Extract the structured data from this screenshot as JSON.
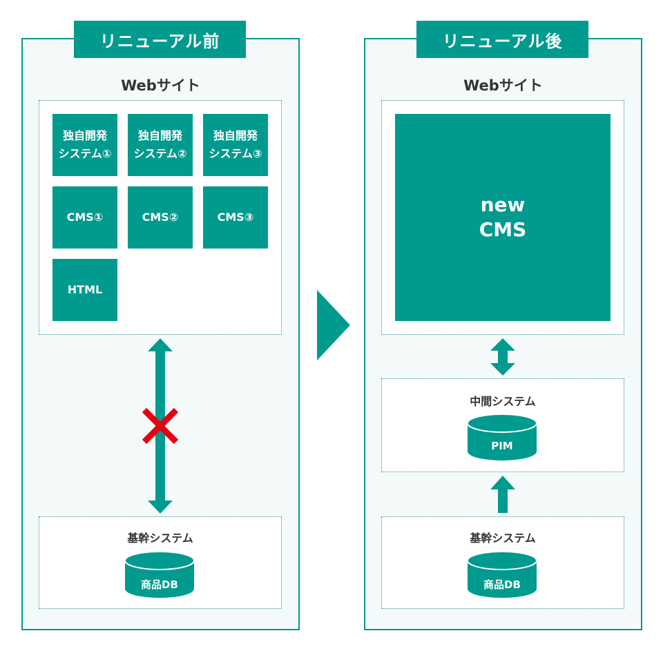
{
  "colors": {
    "teal": "#009a8e",
    "panel_bg": "#f4fafa",
    "cross": "#e60012"
  },
  "before": {
    "tab_title": "リニューアル前",
    "web_label": "Webサイト",
    "tiles": [
      {
        "line1": "独自開発",
        "line2": "システム①"
      },
      {
        "line1": "独自開発",
        "line2": "システム②"
      },
      {
        "line1": "独自開発",
        "line2": "システム③"
      },
      {
        "line1": "CMS①"
      },
      {
        "line1": "CMS②"
      },
      {
        "line1": "CMS③"
      },
      {
        "line1": "HTML"
      }
    ],
    "core": {
      "label": "基幹システム",
      "db": "商品DB"
    }
  },
  "after": {
    "tab_title": "リニューアル後",
    "web_label": "Webサイト",
    "cms": {
      "line1": "new",
      "line2": "CMS"
    },
    "middle": {
      "label": "中間システム",
      "db": "PIM"
    },
    "core": {
      "label": "基幹システム",
      "db": "商品DB"
    }
  }
}
